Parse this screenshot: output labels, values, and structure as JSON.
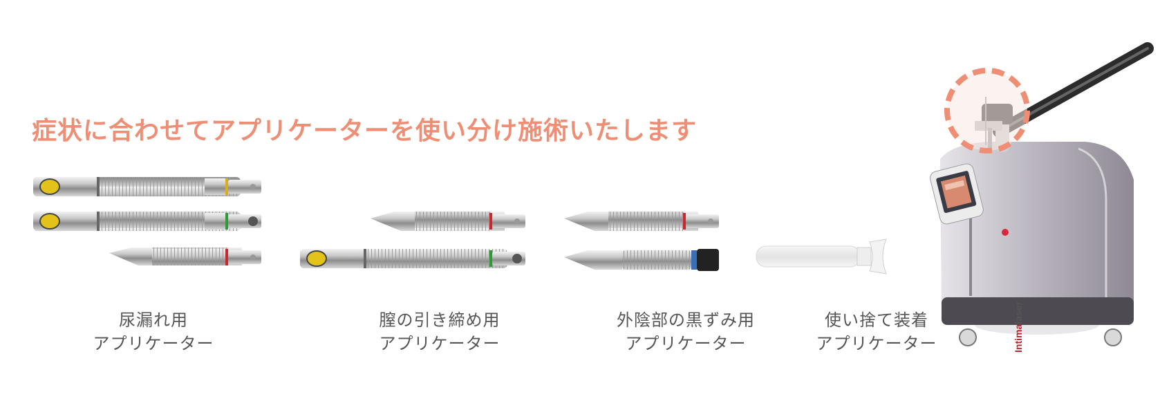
{
  "headline": {
    "text": "症状に合わせてアプリケーターを使い分け施術いたします",
    "color": "#ee8e74"
  },
  "applicator_groups": [
    {
      "line1": "尿漏れ用",
      "line2": "アプリケーター"
    },
    {
      "line1": "膣の引き締め用",
      "line2": "アプリケーター"
    },
    {
      "line1": "外陰部の黒ずみ用",
      "line2": "アプリケーター"
    },
    {
      "line1": "使い捨て装着",
      "line2": "アプリケーター"
    }
  ],
  "device": {
    "brand_primary": "Intima",
    "brand_secondary": "laser",
    "brand_color": "#c0202a",
    "highlight_color": "#ee8e74"
  },
  "icons": [
    "probe-icon",
    "device-icon",
    "highlight-circle-icon"
  ]
}
